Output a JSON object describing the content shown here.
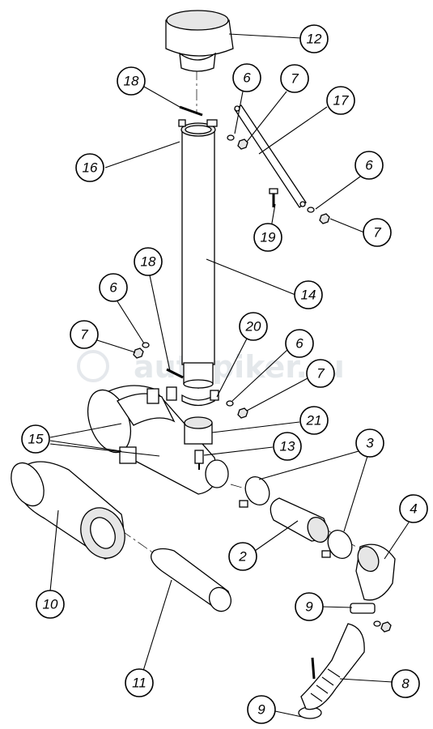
{
  "watermark": {
    "text": "autopiker.ru",
    "color": "#cfd6dc"
  },
  "callouts": [
    {
      "key": "c12",
      "label": "12"
    },
    {
      "key": "c18a",
      "label": "18"
    },
    {
      "key": "c6a",
      "label": "6"
    },
    {
      "key": "c7a",
      "label": "7"
    },
    {
      "key": "c17",
      "label": "17"
    },
    {
      "key": "c16",
      "label": "16"
    },
    {
      "key": "c6b",
      "label": "6"
    },
    {
      "key": "c19",
      "label": "19"
    },
    {
      "key": "c7b",
      "label": "7"
    },
    {
      "key": "c18b",
      "label": "18"
    },
    {
      "key": "c6c",
      "label": "6"
    },
    {
      "key": "c14",
      "label": "14"
    },
    {
      "key": "c20",
      "label": "20"
    },
    {
      "key": "c7c",
      "label": "7"
    },
    {
      "key": "c6d",
      "label": "6"
    },
    {
      "key": "c7d",
      "label": "7"
    },
    {
      "key": "c21",
      "label": "21"
    },
    {
      "key": "c15",
      "label": "15"
    },
    {
      "key": "c13",
      "label": "13"
    },
    {
      "key": "c3",
      "label": "3"
    },
    {
      "key": "c4",
      "label": "4"
    },
    {
      "key": "c2",
      "label": "2"
    },
    {
      "key": "c10",
      "label": "10"
    },
    {
      "key": "c9a",
      "label": "9"
    },
    {
      "key": "c11",
      "label": "11"
    },
    {
      "key": "c8",
      "label": "8"
    },
    {
      "key": "c9b",
      "label": "9"
    }
  ]
}
